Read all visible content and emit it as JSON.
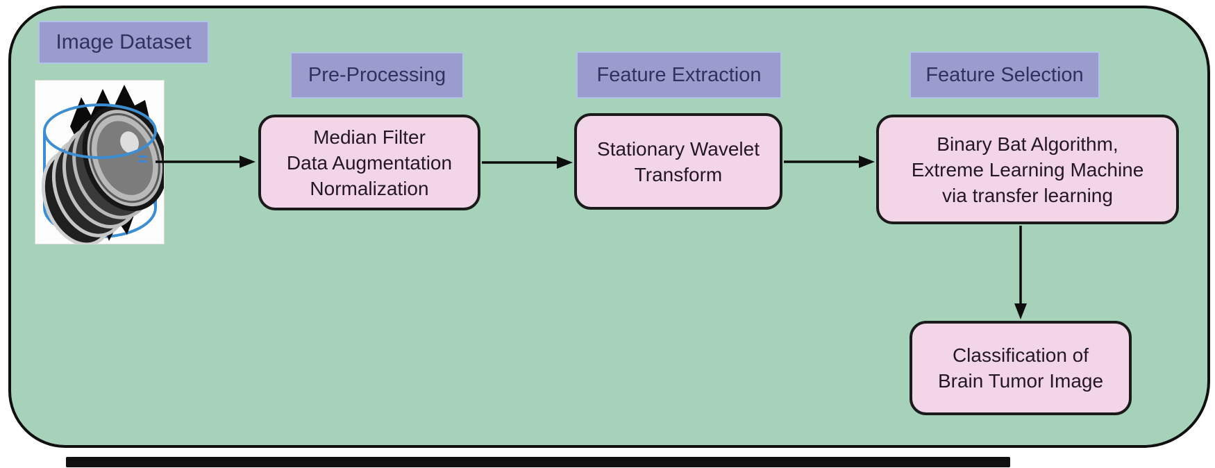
{
  "figure": {
    "type": "flow-diagram",
    "topic": "Brain tumor image classification pipeline",
    "colors": {
      "panel_background": "#a6d2b9",
      "panel_border": "#101010",
      "stage_label_fill": "#9a9ccd",
      "stage_label_border": "#aec3e6",
      "stage_label_text": "#31305f",
      "process_box_fill": "#f2d6e8",
      "process_box_border": "#1b1b1b",
      "process_box_text": "#231726",
      "arrow": "#0d0d0d",
      "dataset_cylinder_outline": "#3c8ed2"
    }
  },
  "stages": [
    {
      "label": "Image Dataset"
    },
    {
      "label": "Pre-Processing"
    },
    {
      "label": "Feature Extraction"
    },
    {
      "label": "Feature Selection"
    }
  ],
  "boxes": {
    "preprocessing": {
      "lines": [
        "Median Filter",
        "Data Augmentation",
        "Normalization"
      ]
    },
    "feature_extraction": {
      "lines": [
        "Stationary Wavelet",
        "Transform"
      ]
    },
    "feature_selection": {
      "lines": [
        "Binary Bat Algorithm,",
        "Extreme Learning Machine",
        "via transfer learning"
      ]
    },
    "classification": {
      "lines": [
        "Classification of",
        "Brain Tumor Image"
      ]
    }
  },
  "icons": {
    "dataset_image": "mri-slice-stack-icon"
  }
}
